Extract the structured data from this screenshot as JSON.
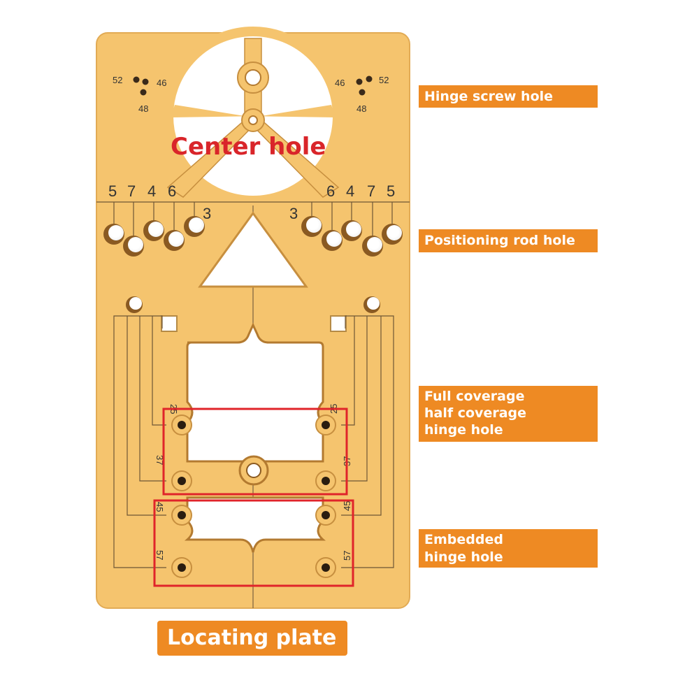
{
  "labels": {
    "center_hole": "Center hole",
    "hinge_screw_hole": "Hinge screw hole",
    "positioning_rod_hole": "Positioning rod hole",
    "full_half_coverage": [
      "Full coverage",
      "half coverage",
      "hinge hole"
    ],
    "embedded": [
      "Embedded",
      "hinge hole"
    ],
    "locating_plate": "Locating plate"
  },
  "screw_marks": {
    "left": [
      "52",
      "46",
      "48"
    ],
    "right": [
      "46",
      "52",
      "48"
    ]
  },
  "rod_marks": {
    "left": [
      "5",
      "7",
      "4",
      "6",
      "3"
    ],
    "right": [
      "3",
      "6",
      "4",
      "7",
      "5"
    ]
  },
  "hinge_marks": {
    "left": [
      "25",
      "37",
      "45",
      "57"
    ],
    "right": [
      "25",
      "37",
      "45",
      "57"
    ]
  },
  "colors": {
    "plate": "#f5c46e",
    "label_bg": "#ee8a23",
    "highlight_frame": "#e0242a",
    "center_text": "#d9252a"
  }
}
